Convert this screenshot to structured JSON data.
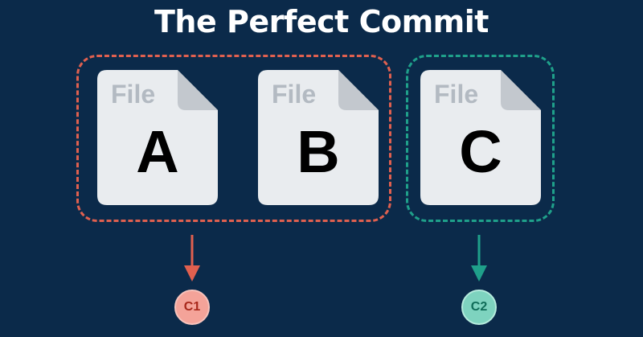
{
  "title": "The Perfect Commit",
  "files": [
    {
      "word": "File",
      "letter": "A"
    },
    {
      "word": "File",
      "letter": "B"
    },
    {
      "word": "File",
      "letter": "C"
    }
  ],
  "commits": [
    {
      "label": "C1",
      "color": "#e0604f",
      "files": [
        "A",
        "B"
      ]
    },
    {
      "label": "C2",
      "color": "#1fa08a",
      "files": [
        "C"
      ]
    }
  ],
  "colors": {
    "background": "#0b2a4a",
    "file_page": "#e9ecef",
    "file_fold": "#c3c8ce",
    "file_word": "#b3bac2"
  }
}
